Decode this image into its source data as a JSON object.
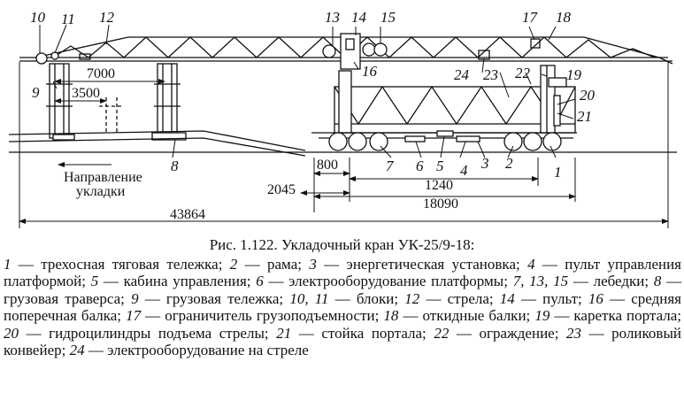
{
  "figure": {
    "part_numbers": [
      "10",
      "11",
      "12",
      "13",
      "14",
      "15",
      "17",
      "18",
      "16",
      "24",
      "23",
      "22",
      "19",
      "9",
      "20",
      "21",
      "8",
      "7",
      "6",
      "5",
      "4",
      "3",
      "2",
      "1"
    ],
    "dimensions": [
      "7000",
      "3500",
      "800",
      "1240",
      "2045",
      "18090",
      "43864"
    ],
    "direction_label_line1": "Направление",
    "direction_label_line2": "укладки"
  },
  "caption": "Рис. 1.122. Укладочный кран УК-25/9-18:",
  "legend": [
    {
      "num": "1",
      "text": "трехосная тяговая тележка;"
    },
    {
      "num": "2",
      "text": "рама;"
    },
    {
      "num": "3",
      "text": "энергетическая установка;"
    },
    {
      "num": "4",
      "text": "пульт управления платформой;"
    },
    {
      "num": "5",
      "text": "кабина управления;"
    },
    {
      "num": "6",
      "text": "электрооборудование платформы;"
    },
    {
      "num": "7, 13, 15",
      "text": "лебедки;"
    },
    {
      "num": "8",
      "text": "грузовая траверса;"
    },
    {
      "num": "9",
      "text": "грузовая тележка;"
    },
    {
      "num": "10, 11",
      "text": "блоки;"
    },
    {
      "num": "12",
      "text": "стрела;"
    },
    {
      "num": "14",
      "text": "пульт;"
    },
    {
      "num": "16",
      "text": "средняя поперечная балка;"
    },
    {
      "num": "17",
      "text": "ограничитель грузоподъемности;"
    },
    {
      "num": "18",
      "text": "откидные балки;"
    },
    {
      "num": "19",
      "text": "каретка портала;"
    },
    {
      "num": "20",
      "text": "гидроцилиндры подъема стрелы;"
    },
    {
      "num": "21",
      "text": "стойка портала;"
    },
    {
      "num": "22",
      "text": "ограждение;"
    },
    {
      "num": "23",
      "text": "роликовый конвейер;"
    },
    {
      "num": "24",
      "text": "электрооборудование на стреле"
    }
  ]
}
